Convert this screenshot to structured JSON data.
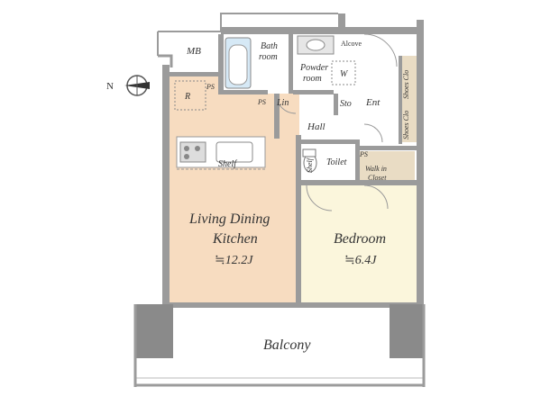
{
  "colors": {
    "ldk_floor": "#f7dcc0",
    "bedroom_floor": "#fbf6dc",
    "wet_floor": "#ffffff",
    "wall": "#9b9b9b",
    "wall_dark": "#7a7a7a",
    "balcony_floor": "#ffffff",
    "fixture_blue": "#d6e9f6",
    "shelf": "#e9dcc4"
  },
  "compass": {
    "label": "N"
  },
  "rooms": {
    "mb": "MB",
    "bathroom_line1": "Bath",
    "bathroom_line2": "room",
    "powder_line1": "Powder",
    "powder_line2": "room",
    "washer": "W",
    "alcove": "Alcove",
    "ent": "Ent",
    "sto": "Sto",
    "lin": "Lin",
    "ps_1": "PS",
    "ps_2": "PS",
    "ps_3": "PS",
    "hall": "Hall",
    "toilet": "Toilet",
    "shelf_toilet": "Shelf",
    "walk_in_line1": "Walk in",
    "walk_in_line2": "Closet",
    "shoes_1": "Shoes Clo",
    "shoes_2": "Shoes Clo",
    "refrigerator": "R",
    "shelf_kitchen": "Shelf",
    "ldk_line1": "Living Dining",
    "ldk_line2": "Kitchen",
    "ldk_area": "≒12.2J",
    "bedroom": "Bedroom",
    "bedroom_area": "≒6.4J",
    "balcony": "Balcony"
  }
}
